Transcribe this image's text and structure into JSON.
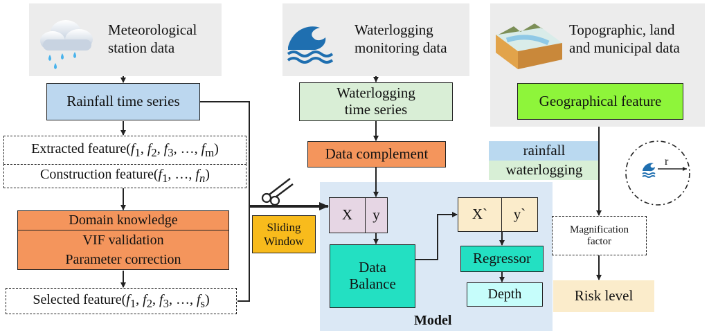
{
  "sources": {
    "meteorological": "Meteorological\nstation data",
    "waterlogging": "Waterlogging\nmonitoring data",
    "topographic": "Topographic, land\nand municipal data"
  },
  "left": {
    "rainfall_series": "Rainfall time series",
    "extracted_feature": "Extracted feature(f1, f2, f3, …, fm)",
    "construction_feature": "Construction feature(f1, …, fn)",
    "domain_knowledge": "Domain knowledge",
    "vif_validation": "VIF validation",
    "parameter_correction": "Parameter correction",
    "selected_feature": "Selected feature(f1, f2, f3, …, fs)"
  },
  "middle": {
    "waterlogging_series": "Waterlogging\ntime series",
    "data_complement": "Data complement",
    "sliding_window": "Sliding\nWindow",
    "x": "X",
    "y": "y",
    "data_balance": "Data\nBalance",
    "x_prime": "X`",
    "y_prime": "y`",
    "regressor": "Regressor",
    "depth": "Depth",
    "model_label": "Model"
  },
  "right": {
    "geographical_feature": "Geographical feature",
    "rainfall": "rainfall",
    "waterlogging": "waterlogging",
    "radius": "r",
    "magnification_factor": "Magnification\nfactor",
    "risk_level": "Risk level"
  },
  "colors": {
    "panel": "#ececec",
    "rainfall_series": "#bcd7ef",
    "waterlogging_series": "#d9eed6",
    "orange": "#f4955c",
    "sliding_window": "#f8bb1c",
    "model_bg": "#dbe8f5",
    "xy": "#e6d6e4",
    "xy_prime": "#fbeccb",
    "teal": "#23e0c2",
    "depth": "#c6fdfb",
    "geo": "#8ef53a",
    "rainfall_bar": "#bad9f0",
    "waterlogging_bar": "#d8efd6",
    "risk": "#fbeccb"
  }
}
